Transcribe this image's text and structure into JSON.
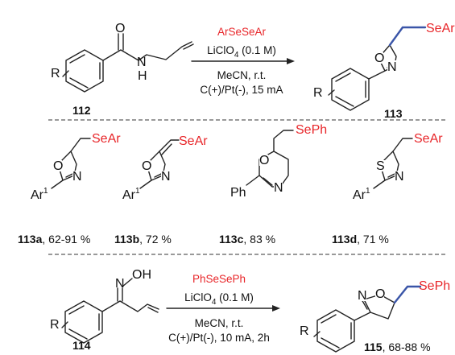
{
  "scheme1": {
    "reagent": "ArSeSeAr",
    "conditions": [
      "LiClO",
      "4",
      " (0.1 M)",
      "MeCN, r.t.",
      "C(+)/Pt(-), 15 mA"
    ],
    "start_id": "112",
    "product_id": "113",
    "product_group": "SeAr"
  },
  "examples": [
    {
      "group": "SeAr",
      "ar": "Ar",
      "ar_sup": "1",
      "id": "113a",
      "yield": ", 62-91 %"
    },
    {
      "group": "SeAr",
      "ar": "Ar",
      "ar_sup": "1",
      "id": "113b",
      "yield": ", 72 %"
    },
    {
      "group": "SePh",
      "ar": "Ph",
      "id": "113c",
      "yield": ", 83 %"
    },
    {
      "group": "SeAr",
      "ar": "Ar",
      "ar_sup": "1",
      "id": "113d",
      "yield": ", 71 %"
    }
  ],
  "scheme2": {
    "reagent": "PhSeSePh",
    "conditions": [
      "LiClO",
      "4",
      " (0.1 M)",
      "MeCN, r.t.",
      "C(+)/Pt(-), 10 mA, 2h"
    ],
    "start_id": "114",
    "product_id": "115",
    "product_yield": ", 68-88 %",
    "product_group": "SePh"
  },
  "atoms": {
    "O": "O",
    "N": "N",
    "H": "H",
    "S": "S",
    "R": "R",
    "OH": "OH"
  }
}
